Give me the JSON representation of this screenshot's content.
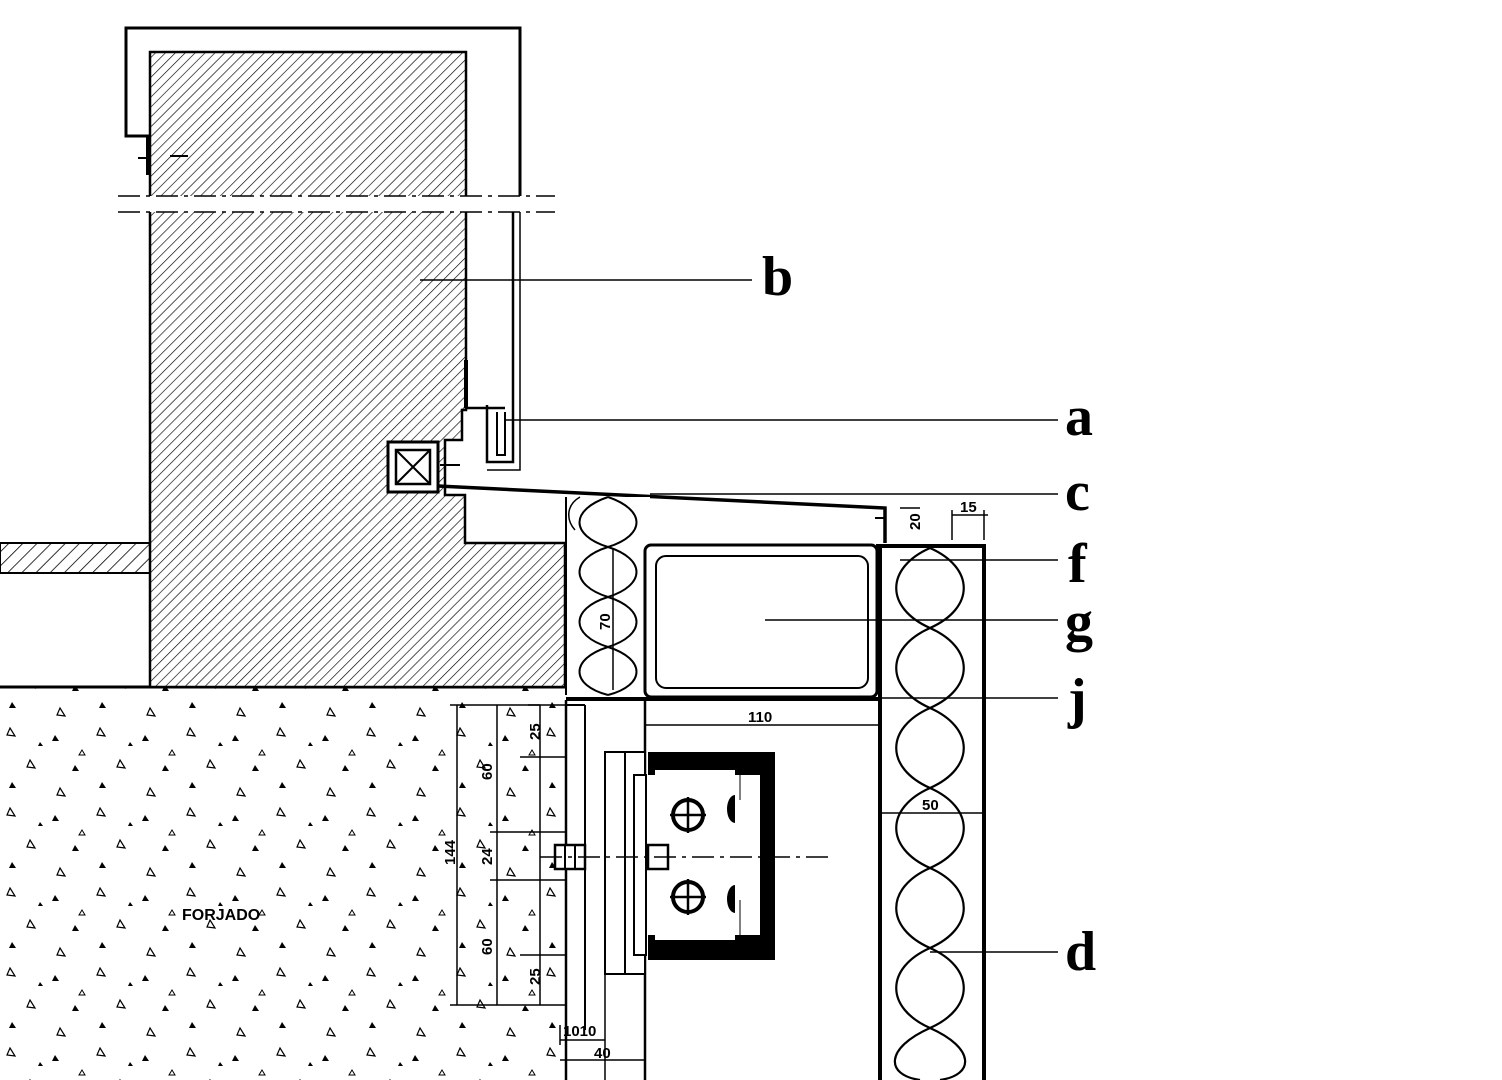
{
  "callouts": {
    "a": "a",
    "b": "b",
    "c": "c",
    "d": "d",
    "f": "f",
    "g": "g",
    "j": "j"
  },
  "dimensions": {
    "d_15": "15",
    "d_20": "20",
    "d_70": "70",
    "d_110": "110",
    "d_50": "50",
    "d_25_top": "25",
    "d_60_top": "60",
    "d_144": "144",
    "d_24": "24",
    "d_60_bottom": "60",
    "d_25_bottom": "25",
    "d_10_10": "1010",
    "d_40": "40"
  },
  "notes": {
    "slab": "FORJADO"
  },
  "colors": {
    "ink": "#000000",
    "paper": "#ffffff"
  }
}
